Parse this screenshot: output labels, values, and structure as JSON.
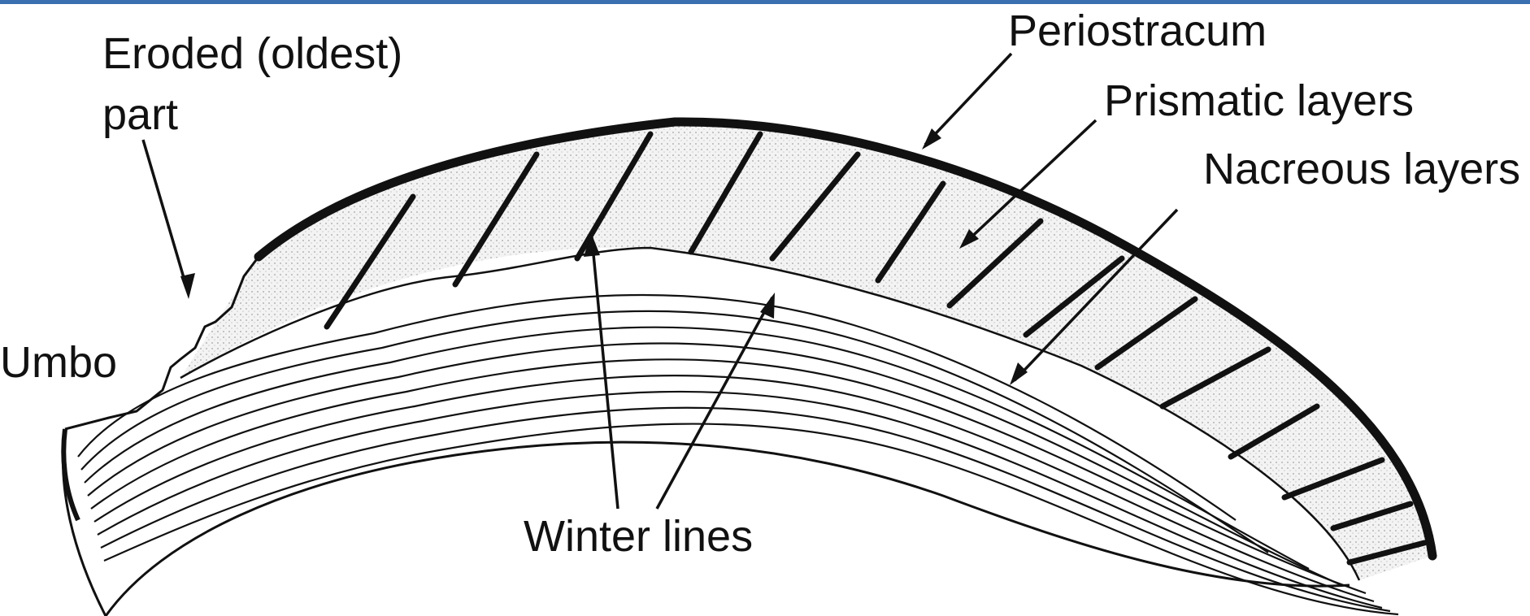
{
  "labels": {
    "eroded_line1": "Eroded (oldest)",
    "eroded_line2": "part",
    "umbo": "Umbo",
    "periostracum": "Periostracum",
    "prismatic": "Prismatic layers",
    "nacreous": "Nacreous layers",
    "winter": "Winter lines"
  },
  "colors": {
    "ink": "#111111",
    "stipple": "#d9d9d9",
    "frame_accent": "#3a6fb0"
  }
}
